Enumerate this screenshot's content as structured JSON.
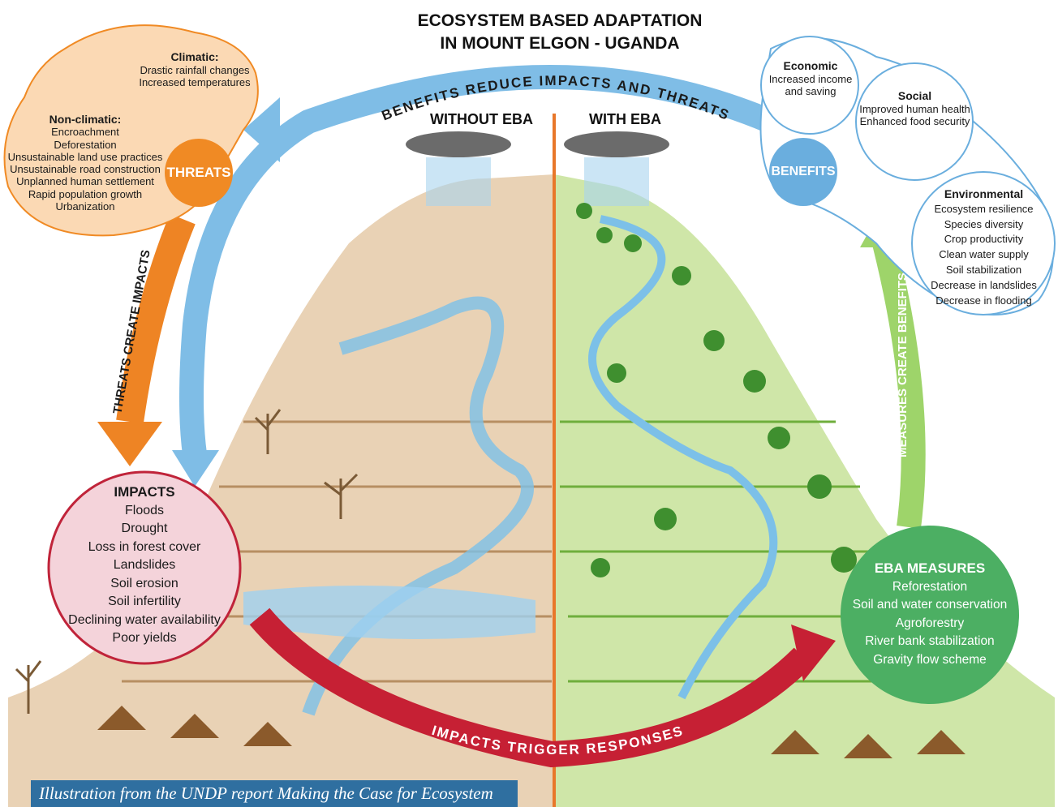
{
  "title": {
    "line1": "ECOSYSTEM BASED ADAPTATION",
    "line2": "IN MOUNT ELGON - UGANDA"
  },
  "sections": {
    "left": "WITHOUT EBA",
    "right": "WITH EBA"
  },
  "threats": {
    "label": "THREATS",
    "climatic": {
      "heading": "Climatic:",
      "items": [
        "Drastic rainfall changes",
        "Increased temperatures"
      ]
    },
    "non_climatic": {
      "heading": "Non-climatic:",
      "items": [
        "Encroachment",
        "Deforestation",
        "Unsustainable land use practices",
        "Unsustainable road construction",
        "Unplanned human settlement",
        "Rapid population growth",
        "Urbanization"
      ]
    }
  },
  "benefits": {
    "label": "BENEFITS",
    "economic": {
      "heading": "Economic",
      "items": [
        "Increased income",
        "and saving"
      ]
    },
    "social": {
      "heading": "Social",
      "items": [
        "Improved human health",
        "Enhanced food security"
      ]
    },
    "environmental": {
      "heading": "Environmental",
      "items": [
        "Ecosystem resilience",
        "Species diversity",
        "Crop productivity",
        "Clean water supply",
        "Soil stabilization",
        "Decrease in landslides",
        "Decrease in flooding"
      ]
    }
  },
  "impacts": {
    "heading": "IMPACTS",
    "items": [
      "Floods",
      "Drought",
      "Loss in forest cover",
      "Landslides",
      "Soil erosion",
      "Soil infertility",
      "Declining water availability",
      "Poor yields"
    ]
  },
  "eba_measures": {
    "heading": "EBA MEASURES",
    "items": [
      "Reforestation",
      "Soil and water conservation",
      "Agroforestry",
      "River bank stabilization",
      "Gravity flow scheme"
    ]
  },
  "arrows": {
    "top": "BENEFITS REDUCE IMPACTS AND THREATS",
    "left": "THREATS CREATE IMPACTS",
    "right": "MEASURES CREATE BENEFITS",
    "bottom": "IMPACTS TRIGGER RESPONSES"
  },
  "caption": "Illustration from the UNDP report Making the Case for Ecosystem",
  "colors": {
    "threats": "#f08a24",
    "threats_fill": "#fbd9b4",
    "benefits": "#6aaede",
    "benefits_fill": "#ffffff",
    "impacts": "#c0243a",
    "impacts_fill": "#f4d3da",
    "eba": "#4caf63",
    "arrow_blue": "#7fbde6",
    "arrow_green": "#9ed46a",
    "arrow_red": "#c62034",
    "arrow_orange": "#ee8424",
    "divider": "#e8772a",
    "dry_land": "#e9d2b5",
    "green_land": "#cfe6a8",
    "river": "#7cc0e8"
  }
}
